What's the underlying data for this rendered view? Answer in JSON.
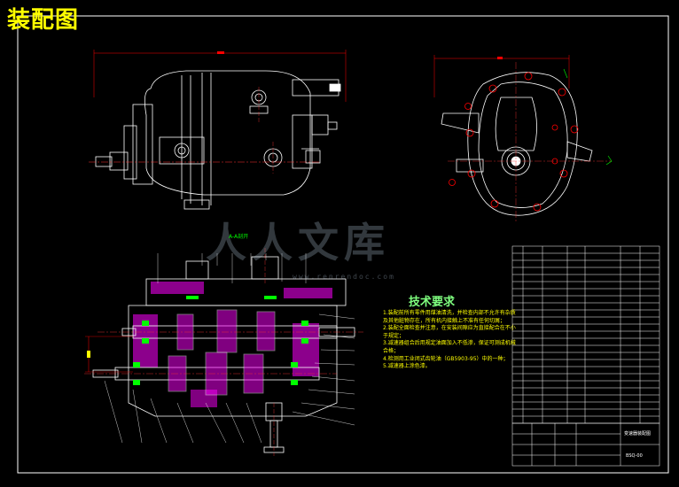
{
  "title": "装配图",
  "technical_requirements": {
    "heading": "技术要求",
    "notes": [
      "1.装配前所有零件用煤油清洗，并检查内部不允许有杂质及其他脏物存在，所有机内接触上不准有任何切屑；",
      "2.装配全面检查并注意，在安装间隙应为直接配合在不小于规定；",
      "3.减速器组合后用规定油面加入不低渗，保证可测成机械合格；",
      "4.检测用工业闭式齿轮油（GB5903-95）中的一种；",
      "5.减速器上涂色漆。"
    ]
  },
  "watermark": {
    "text": "人人文库",
    "url": "www.renrendoc.com"
  },
  "section_label": "A-A剖开",
  "title_block": {
    "drawing_name": "变速器装配图",
    "drawing_no": "BSQ-00"
  },
  "colors": {
    "background": "#000000",
    "outline": "#ffffff",
    "dimension": "#ff0000",
    "section_hatch": "#ff00ff",
    "highlight": "#00ff00",
    "centerline": "#ff3333",
    "title": "#ffff00",
    "tech_heading": "#7fff7f"
  }
}
